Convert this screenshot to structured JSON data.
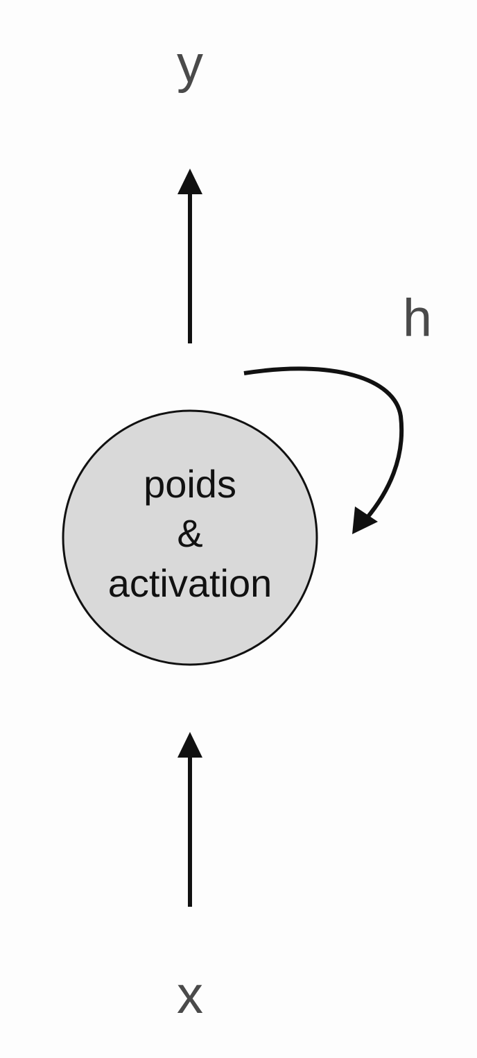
{
  "diagram": {
    "output_label": "y",
    "hidden_state_label": "h",
    "input_label": "x",
    "neuron": {
      "line1": "poids",
      "line2": "&",
      "line3": "activation"
    }
  },
  "colors": {
    "background": "#fdfdfd",
    "neuron_fill": "#d9d9d9",
    "stroke": "#111111",
    "label_text": "#4a4a4a"
  }
}
